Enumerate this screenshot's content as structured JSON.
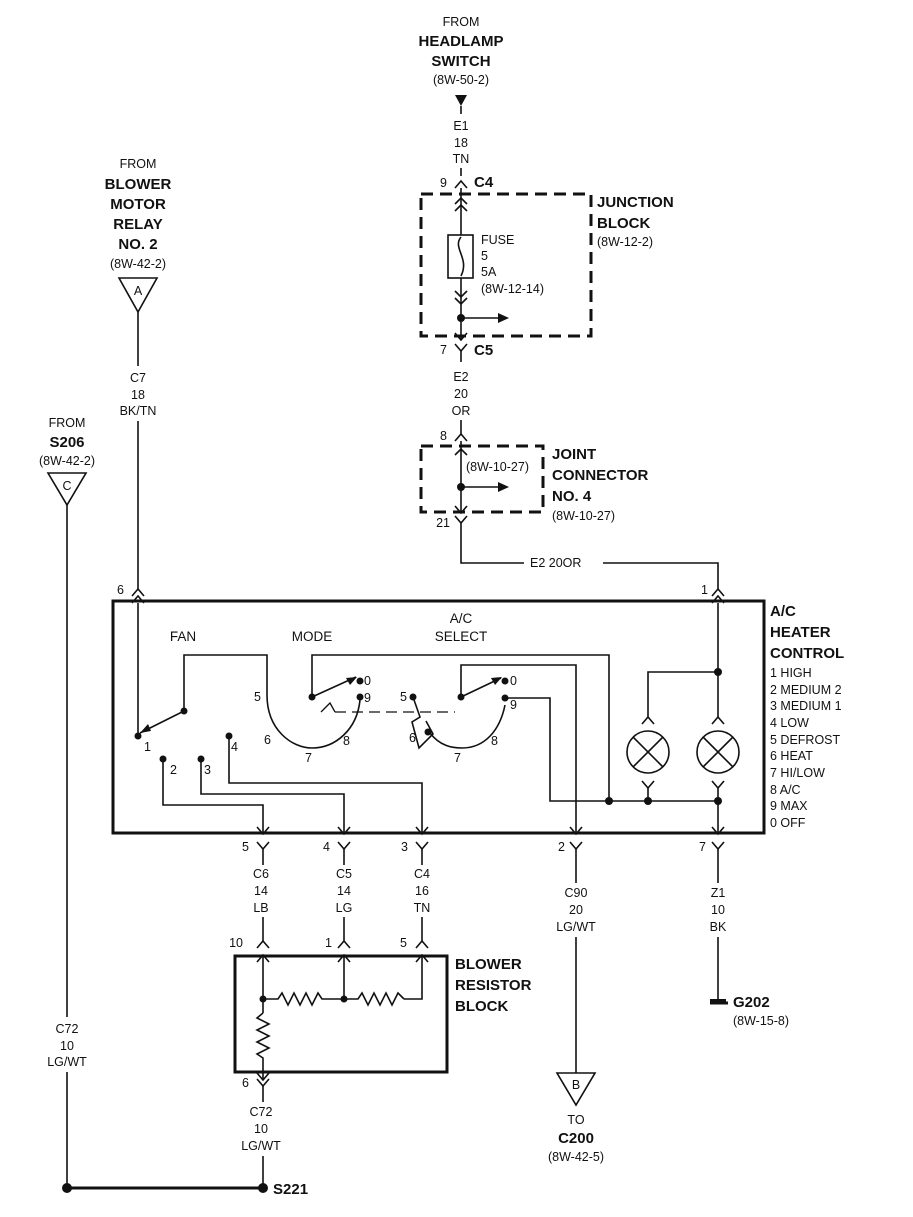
{
  "headlamp_source": {
    "from": "FROM",
    "name_line1": "HEADLAMP",
    "name_line2": "SWITCH",
    "ref": "(8W-50-2)"
  },
  "wire_e1": {
    "circuit": "E1",
    "gauge": "18",
    "color": "TN"
  },
  "junction_block": {
    "connector_top": "C4",
    "pin_top": "9",
    "connector_bottom": "C5",
    "pin_bottom": "7",
    "title_line1": "JUNCTION",
    "title_line2": "BLOCK",
    "ref": "(8W-12-2)",
    "fuse_label": "FUSE",
    "fuse_number": "5",
    "fuse_rating": "5A",
    "fuse_ref": "(8W-12-14)"
  },
  "wire_e2": {
    "circuit": "E2",
    "gauge": "20",
    "color": "OR",
    "inline_label": "E2  20OR"
  },
  "joint_connector": {
    "pin_top": "8",
    "pin_bottom": "21",
    "title_line1": "JOINT",
    "title_line2": "CONNECTOR",
    "title_line3": "NO. 4",
    "ref": "(8W-10-27)",
    "inner_ref": "(8W-10-27)"
  },
  "blower_relay_source": {
    "from": "FROM",
    "line1": "BLOWER",
    "line2": "MOTOR",
    "line3": "RELAY",
    "line4": "NO. 2",
    "ref": "(8W-42-2)",
    "tag": "A"
  },
  "wire_c7": {
    "circuit": "C7",
    "gauge": "18",
    "color": "BK/TN"
  },
  "s206_source": {
    "from": "FROM",
    "name": "S206",
    "ref": "(8W-42-2)",
    "tag": "C"
  },
  "ac_heater_control": {
    "title_line1": "A/C",
    "title_line2": "HEATER",
    "title_line3": "CONTROL",
    "legend": [
      "1 HIGH",
      "2 MEDIUM 2",
      "3 MEDIUM 1",
      "4 LOW",
      "5 DEFROST",
      "6 HEAT",
      "7 HI/LOW",
      "8 A/C",
      "9 MAX",
      "0 OFF"
    ],
    "fan_label": "FAN",
    "mode_label": "MODE",
    "ac_select_line1": "A/C",
    "ac_select_line2": "SELECT",
    "pin_6": "6",
    "pin_1": "1",
    "pin_5": "5",
    "pin_4": "4",
    "pin_3": "3",
    "pin_2": "2",
    "pin_7": "7",
    "fan_pos_1": "1",
    "fan_pos_2": "2",
    "fan_pos_3": "3",
    "fan_pos_4": "4",
    "mode_pos_5": "5",
    "mode_pos_6": "6",
    "mode_pos_7": "7",
    "mode_pos_8": "8",
    "mode_pos_9": "9",
    "mode_pos_0": "0",
    "sel_pos_5": "5",
    "sel_pos_6": "6",
    "sel_pos_7": "7",
    "sel_pos_8": "8",
    "sel_pos_9": "9",
    "sel_pos_0": "0"
  },
  "wire_c6": {
    "circuit": "C6",
    "gauge": "14",
    "color": "LB"
  },
  "wire_c5": {
    "circuit": "C5",
    "gauge": "14",
    "color": "LG"
  },
  "wire_c4": {
    "circuit": "C4",
    "gauge": "16",
    "color": "TN"
  },
  "wire_c90": {
    "circuit": "C90",
    "gauge": "20",
    "color": "LG/WT"
  },
  "wire_z1": {
    "circuit": "Z1",
    "gauge": "10",
    "color": "BK"
  },
  "wire_c72_left": {
    "circuit": "C72",
    "gauge": "10",
    "color": "LG/WT"
  },
  "wire_c72_bottom": {
    "circuit": "C72",
    "gauge": "10",
    "color": "LG/WT"
  },
  "blower_resistor": {
    "title_line1": "BLOWER",
    "title_line2": "RESISTOR",
    "title_line3": "BLOCK",
    "pin_10": "10",
    "pin_1": "1",
    "pin_5": "5",
    "pin_6": "6"
  },
  "ground": {
    "name": "G202",
    "ref": "(8W-15-8)"
  },
  "c200_dest": {
    "to": "TO",
    "name": "C200",
    "ref": "(8W-42-5)",
    "tag": "B"
  },
  "splice": {
    "name": "S221"
  }
}
